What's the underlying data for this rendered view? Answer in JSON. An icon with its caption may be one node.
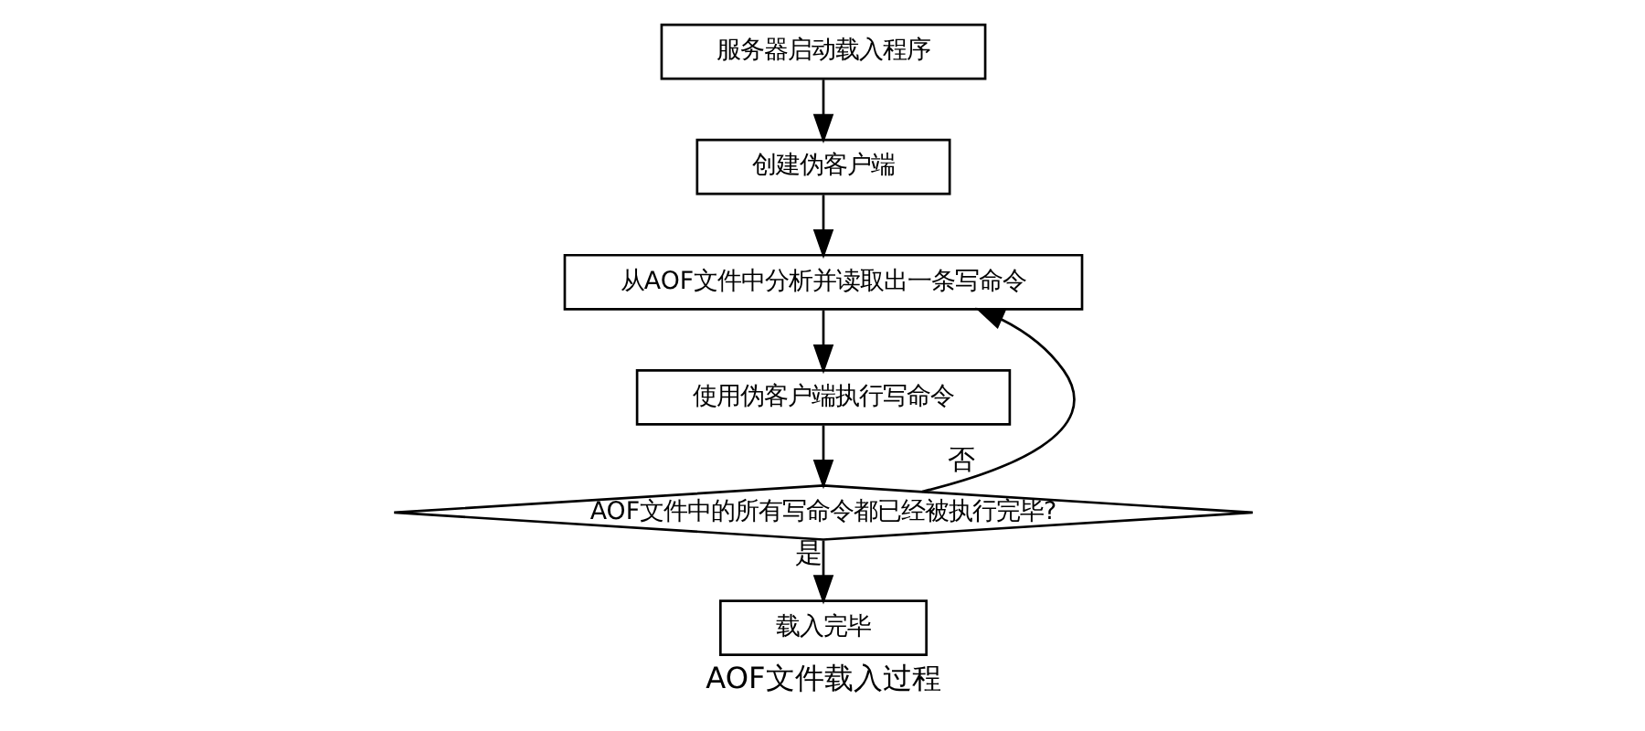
{
  "diagram": {
    "caption": "AOF文件载入过程",
    "nodes": [
      {
        "text": [
          "服务器启动载入程序"
        ]
      },
      {
        "text": [
          "创建伪客户端"
        ]
      },
      {
        "text": [
          "从AOF文件中分析并读取出一条写命令"
        ]
      },
      {
        "text": [
          "使用伪客户端执行写命令"
        ]
      },
      {
        "text": [
          "AOF文件中的所有写命令都已经被执行完毕?"
        ]
      },
      {
        "text": [
          "载入完毕"
        ]
      }
    ],
    "edges": [
      {
        "from": 0,
        "to": 1,
        "arrow": "to"
      },
      {
        "from": 1,
        "to": 2,
        "arrow": "to"
      },
      {
        "from": 2,
        "to": 3,
        "arrow": "to"
      },
      {
        "from": 3,
        "to": 4,
        "arrow": "to"
      },
      {
        "from": 4,
        "to": 2,
        "arrow": "to",
        "label": "否"
      },
      {
        "from": 4,
        "to": 5,
        "arrow": "to",
        "label": "是"
      }
    ]
  }
}
